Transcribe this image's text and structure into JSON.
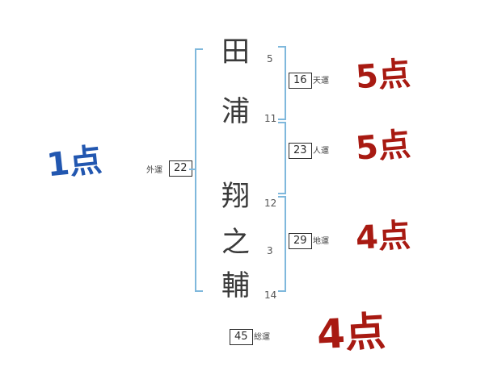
{
  "name": {
    "chars": [
      {
        "glyph": "田",
        "strokes": "5"
      },
      {
        "glyph": "浦",
        "strokes": "11"
      },
      {
        "glyph": "翔",
        "strokes": "12"
      },
      {
        "glyph": "之",
        "strokes": "3"
      },
      {
        "glyph": "輔",
        "strokes": "14"
      }
    ]
  },
  "fortunes": {
    "ten": {
      "value": "16",
      "label": "天運",
      "score": "5点"
    },
    "jin": {
      "value": "23",
      "label": "人運",
      "score": "5点"
    },
    "chi": {
      "value": "29",
      "label": "地運",
      "score": "4点"
    },
    "sou": {
      "value": "45",
      "label": "総運",
      "score": "4点"
    },
    "gai": {
      "value": "22",
      "label": "外運",
      "score": "1点"
    }
  },
  "colors": {
    "bracket_blue": "#7fb8dc",
    "score_red": "#a81a12",
    "score_blue": "#2257b0",
    "ink": "#3a3a3a"
  }
}
